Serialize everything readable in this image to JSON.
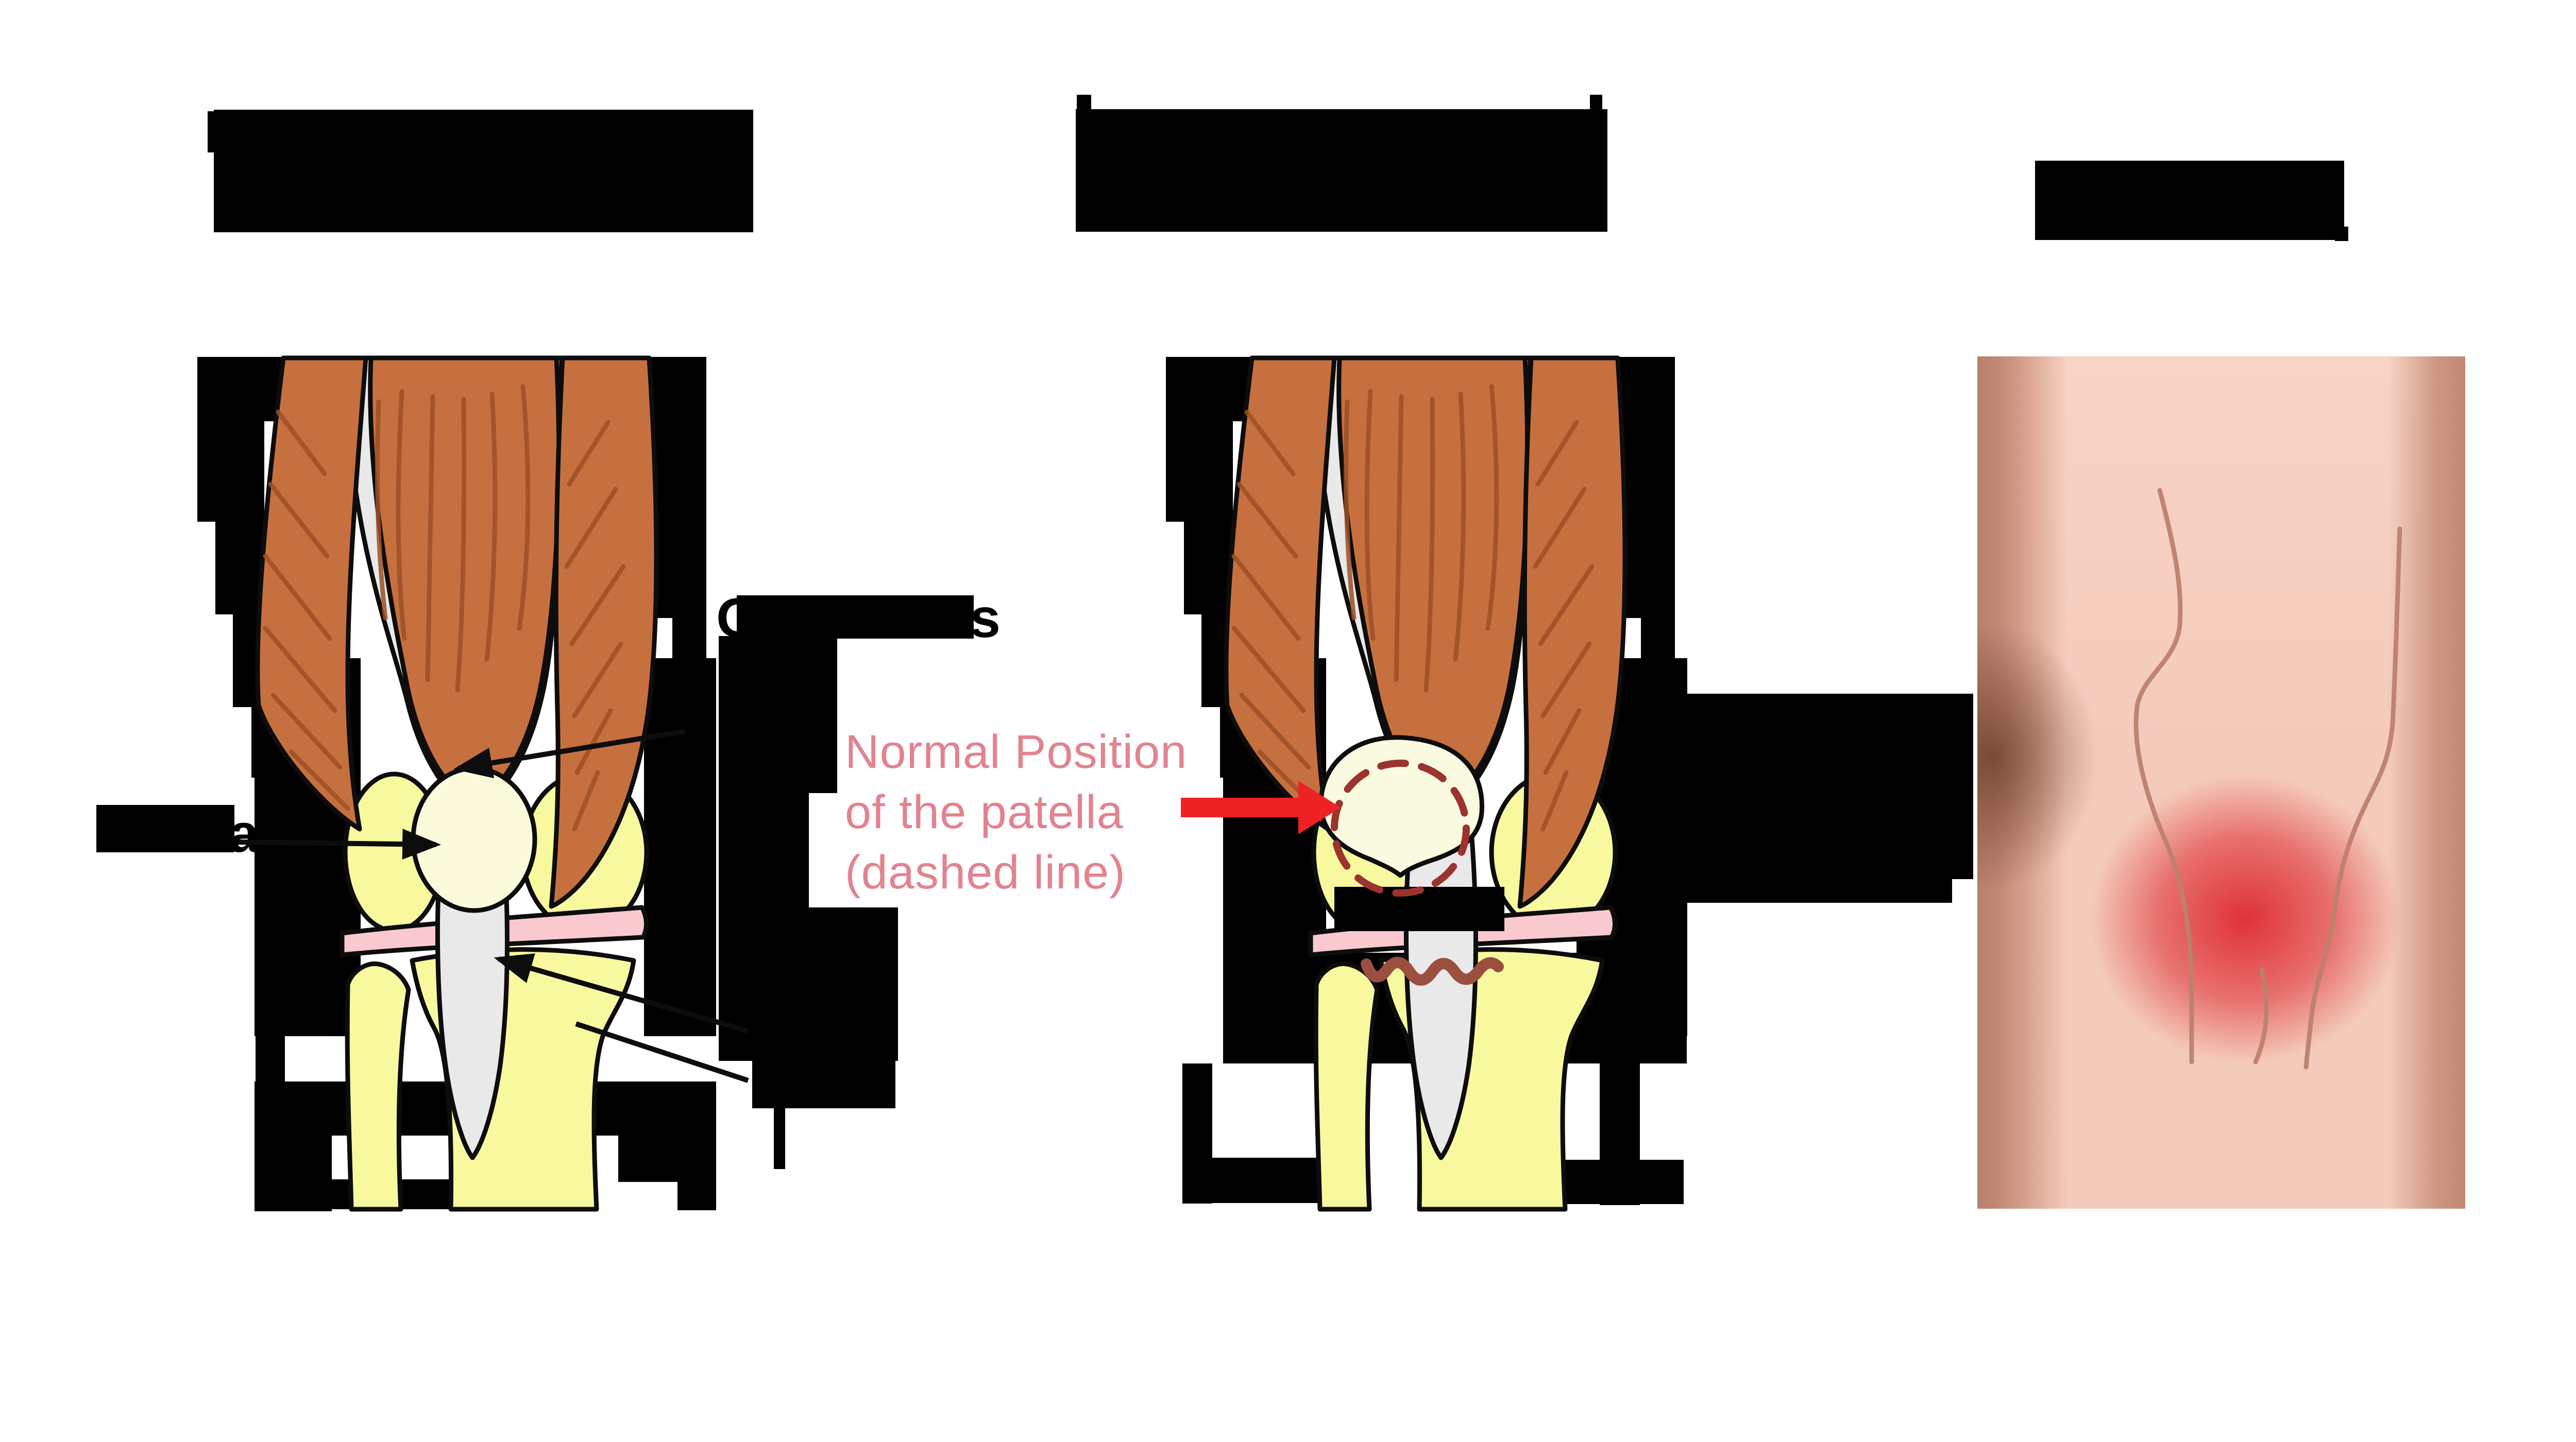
{
  "figure": {
    "description_note": "three-panel knee diagram, most labels redacted as black bars",
    "panels": [
      {
        "id": "normal-knee",
        "title_redacted": true
      },
      {
        "id": "dislocated-patella-knee",
        "title_redacted": true
      },
      {
        "id": "knee-photo-swelling",
        "title_redacted": true
      }
    ]
  },
  "annotation": {
    "line1": "Normal Position",
    "line2": "of the patella",
    "line3": "(dashed line)"
  },
  "fragments": {
    "quadriceps_start": "Q",
    "quadriceps_end": "s",
    "patella_end": "a"
  },
  "colors": {
    "redaction": "#000000",
    "muscle": "#C7703F",
    "muscle_streak": "#9D5027",
    "tendon": "#E9E9E9",
    "bone": "#F8F89E",
    "patella": "#FBFBDC",
    "trochlea": "#FAFAE0",
    "meniscus": "#F9C9CF",
    "dashed_circle": "#9B332E",
    "cartilage_damage": "#9B4F3F",
    "annotation_text": "#E2838F",
    "arrow_red": "#EE2224",
    "skin": "#F4CBBB",
    "skin_edge": "#BE8471",
    "bruise": "#744633",
    "swelling": "#DF3238",
    "skin_contour": "#BE7F6E"
  }
}
